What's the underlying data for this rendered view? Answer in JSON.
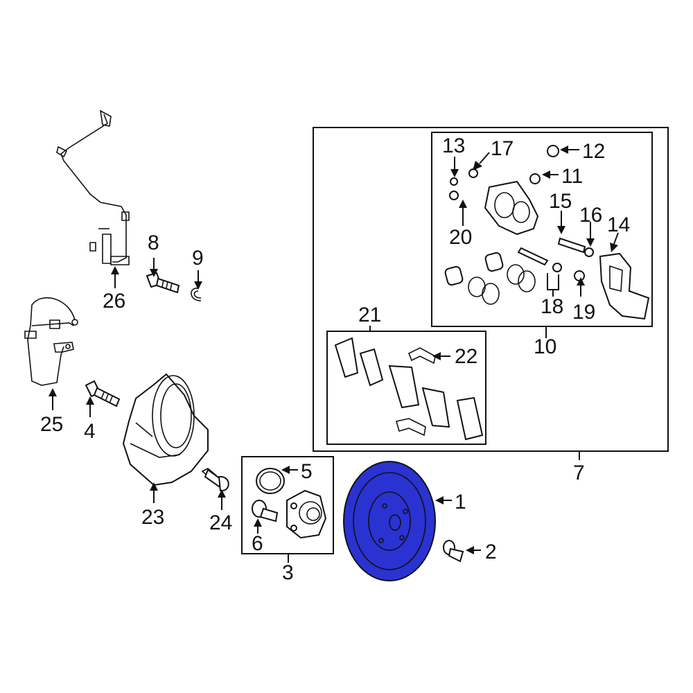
{
  "highlight_color": "#2a32d2",
  "callouts": {
    "c1": "1",
    "c2": "2",
    "c3": "3",
    "c4": "4",
    "c5": "5",
    "c6": "6",
    "c7": "7",
    "c8": "8",
    "c9": "9",
    "c10": "10",
    "c11": "11",
    "c12": "12",
    "c13": "13",
    "c14": "14",
    "c15": "15",
    "c16": "16",
    "c17": "17",
    "c18": "18",
    "c19": "19",
    "c20": "20",
    "c21": "21",
    "c22": "22",
    "c23": "23",
    "c24": "24",
    "c25": "25",
    "c26": "26"
  }
}
